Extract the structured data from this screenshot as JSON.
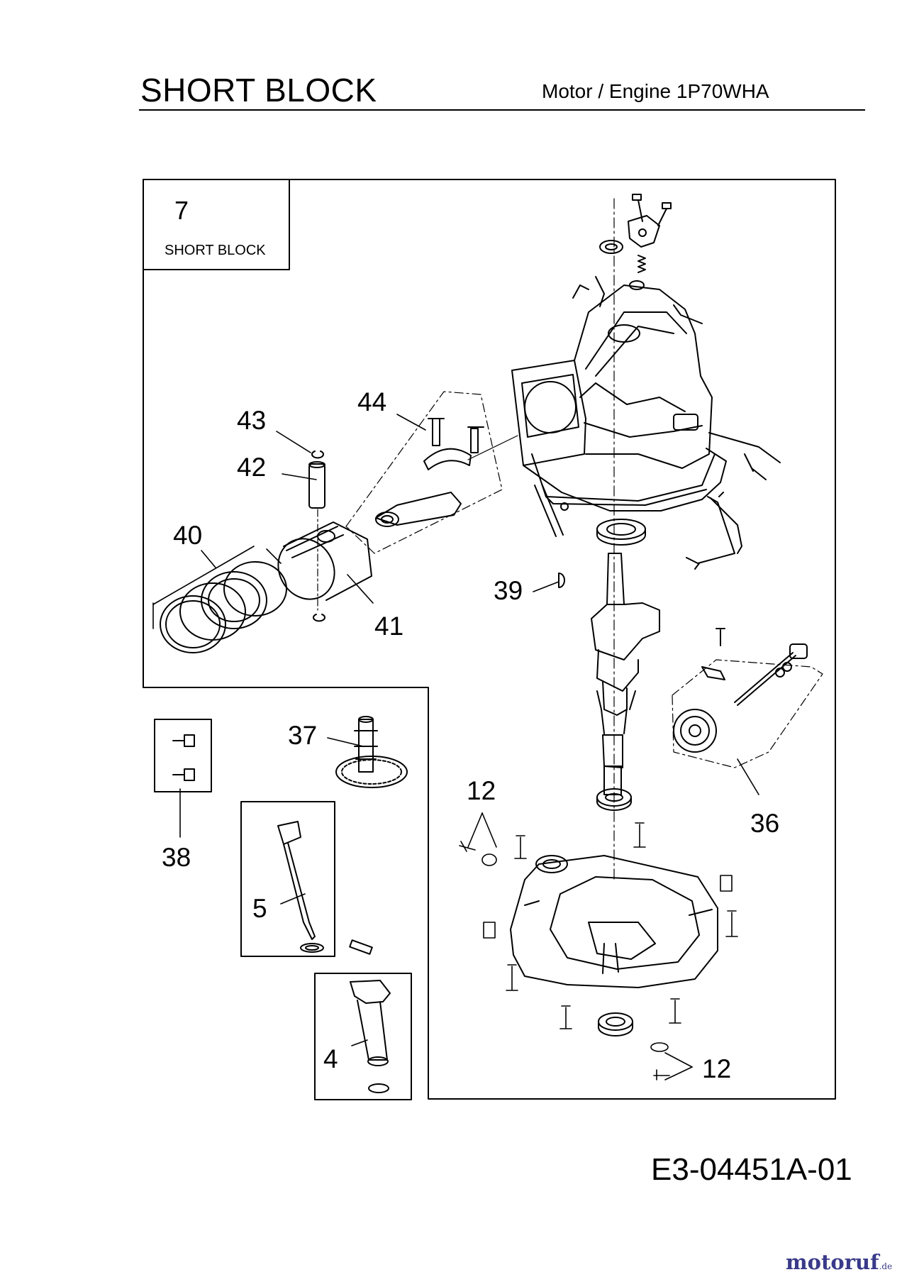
{
  "header": {
    "title": "SHORT BLOCK",
    "subtitle": "Motor / Engine  1P70WHA"
  },
  "inset": {
    "number": "7",
    "label": "SHORT BLOCK"
  },
  "callouts": {
    "c43": "43",
    "c42": "42",
    "c44": "44",
    "c40": "40",
    "c41": "41",
    "c39": "39",
    "c37": "37",
    "c38": "38",
    "c36": "36",
    "c12a": "12",
    "c12b": "12",
    "c5": "5",
    "c4": "4"
  },
  "footer": {
    "drawing_code": "E3-04451A-01",
    "brand": "motoruf",
    "brand_tld": ".de"
  }
}
